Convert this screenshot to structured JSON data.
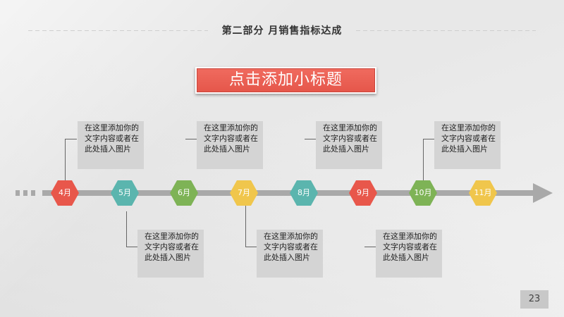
{
  "header": {
    "title": "第二部分  月销售指标达成"
  },
  "subtitle": "点击添加小标题",
  "timeline": {
    "months": [
      {
        "label": "4月",
        "color": "#e8574b"
      },
      {
        "label": "5月",
        "color": "#5bb5ae"
      },
      {
        "label": "6月",
        "color": "#7eb356"
      },
      {
        "label": "7月",
        "color": "#f0c64c"
      },
      {
        "label": "8月",
        "color": "#5bb5ae"
      },
      {
        "label": "9月",
        "color": "#e8574b"
      },
      {
        "label": "10月",
        "color": "#7eb356"
      },
      {
        "label": "11月",
        "color": "#f0c64c"
      }
    ]
  },
  "notes": {
    "text": "在这里添加你的文字内容或者在此处插入图片"
  },
  "page_number": "23"
}
